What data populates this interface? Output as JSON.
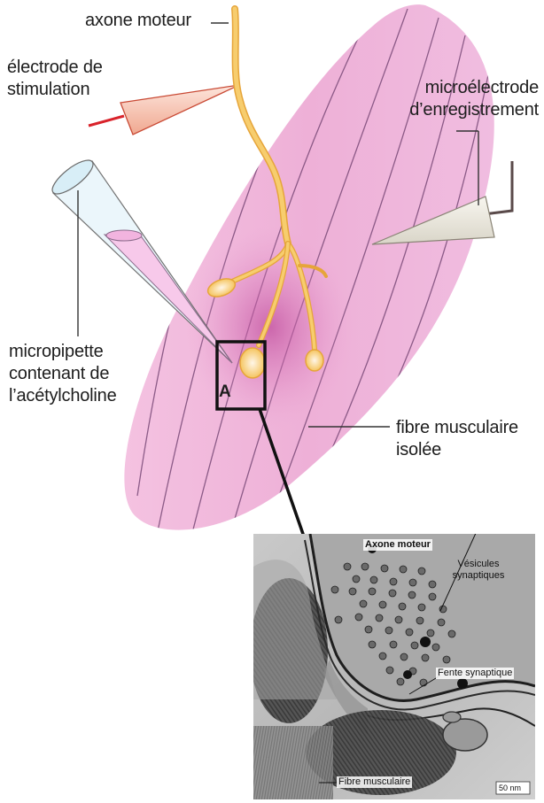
{
  "diagram": {
    "labels": {
      "motor_axon": "axone moteur",
      "stim_electrode": [
        "électrode de",
        "stimulation"
      ],
      "rec_microelectrode": [
        "microélectrode",
        "d’enregistrement"
      ],
      "micropipette": [
        "micropipette",
        "contenant de",
        "l’acétylcholine"
      ],
      "muscle_fiber": [
        "fibre musculaire",
        "isolée"
      ],
      "zone_marker": "A"
    },
    "micrograph": {
      "motor_axon": "Axone moteur",
      "vesicles": [
        "Vésicules",
        "synaptiques"
      ],
      "cleft": "Fente synaptique",
      "muscle_fiber": "Fibre musculaire",
      "scale": "50 nm"
    },
    "colors": {
      "muscle": "#edaed6",
      "muscle_stripe": "#7a4a78",
      "axon": "#f5c560",
      "axon_outline": "#e6a53a",
      "stim_electrode": "#f6c3b3",
      "rec_electrode": "#e9e6dc",
      "pipette_liquid": "#f7c9ea"
    }
  }
}
